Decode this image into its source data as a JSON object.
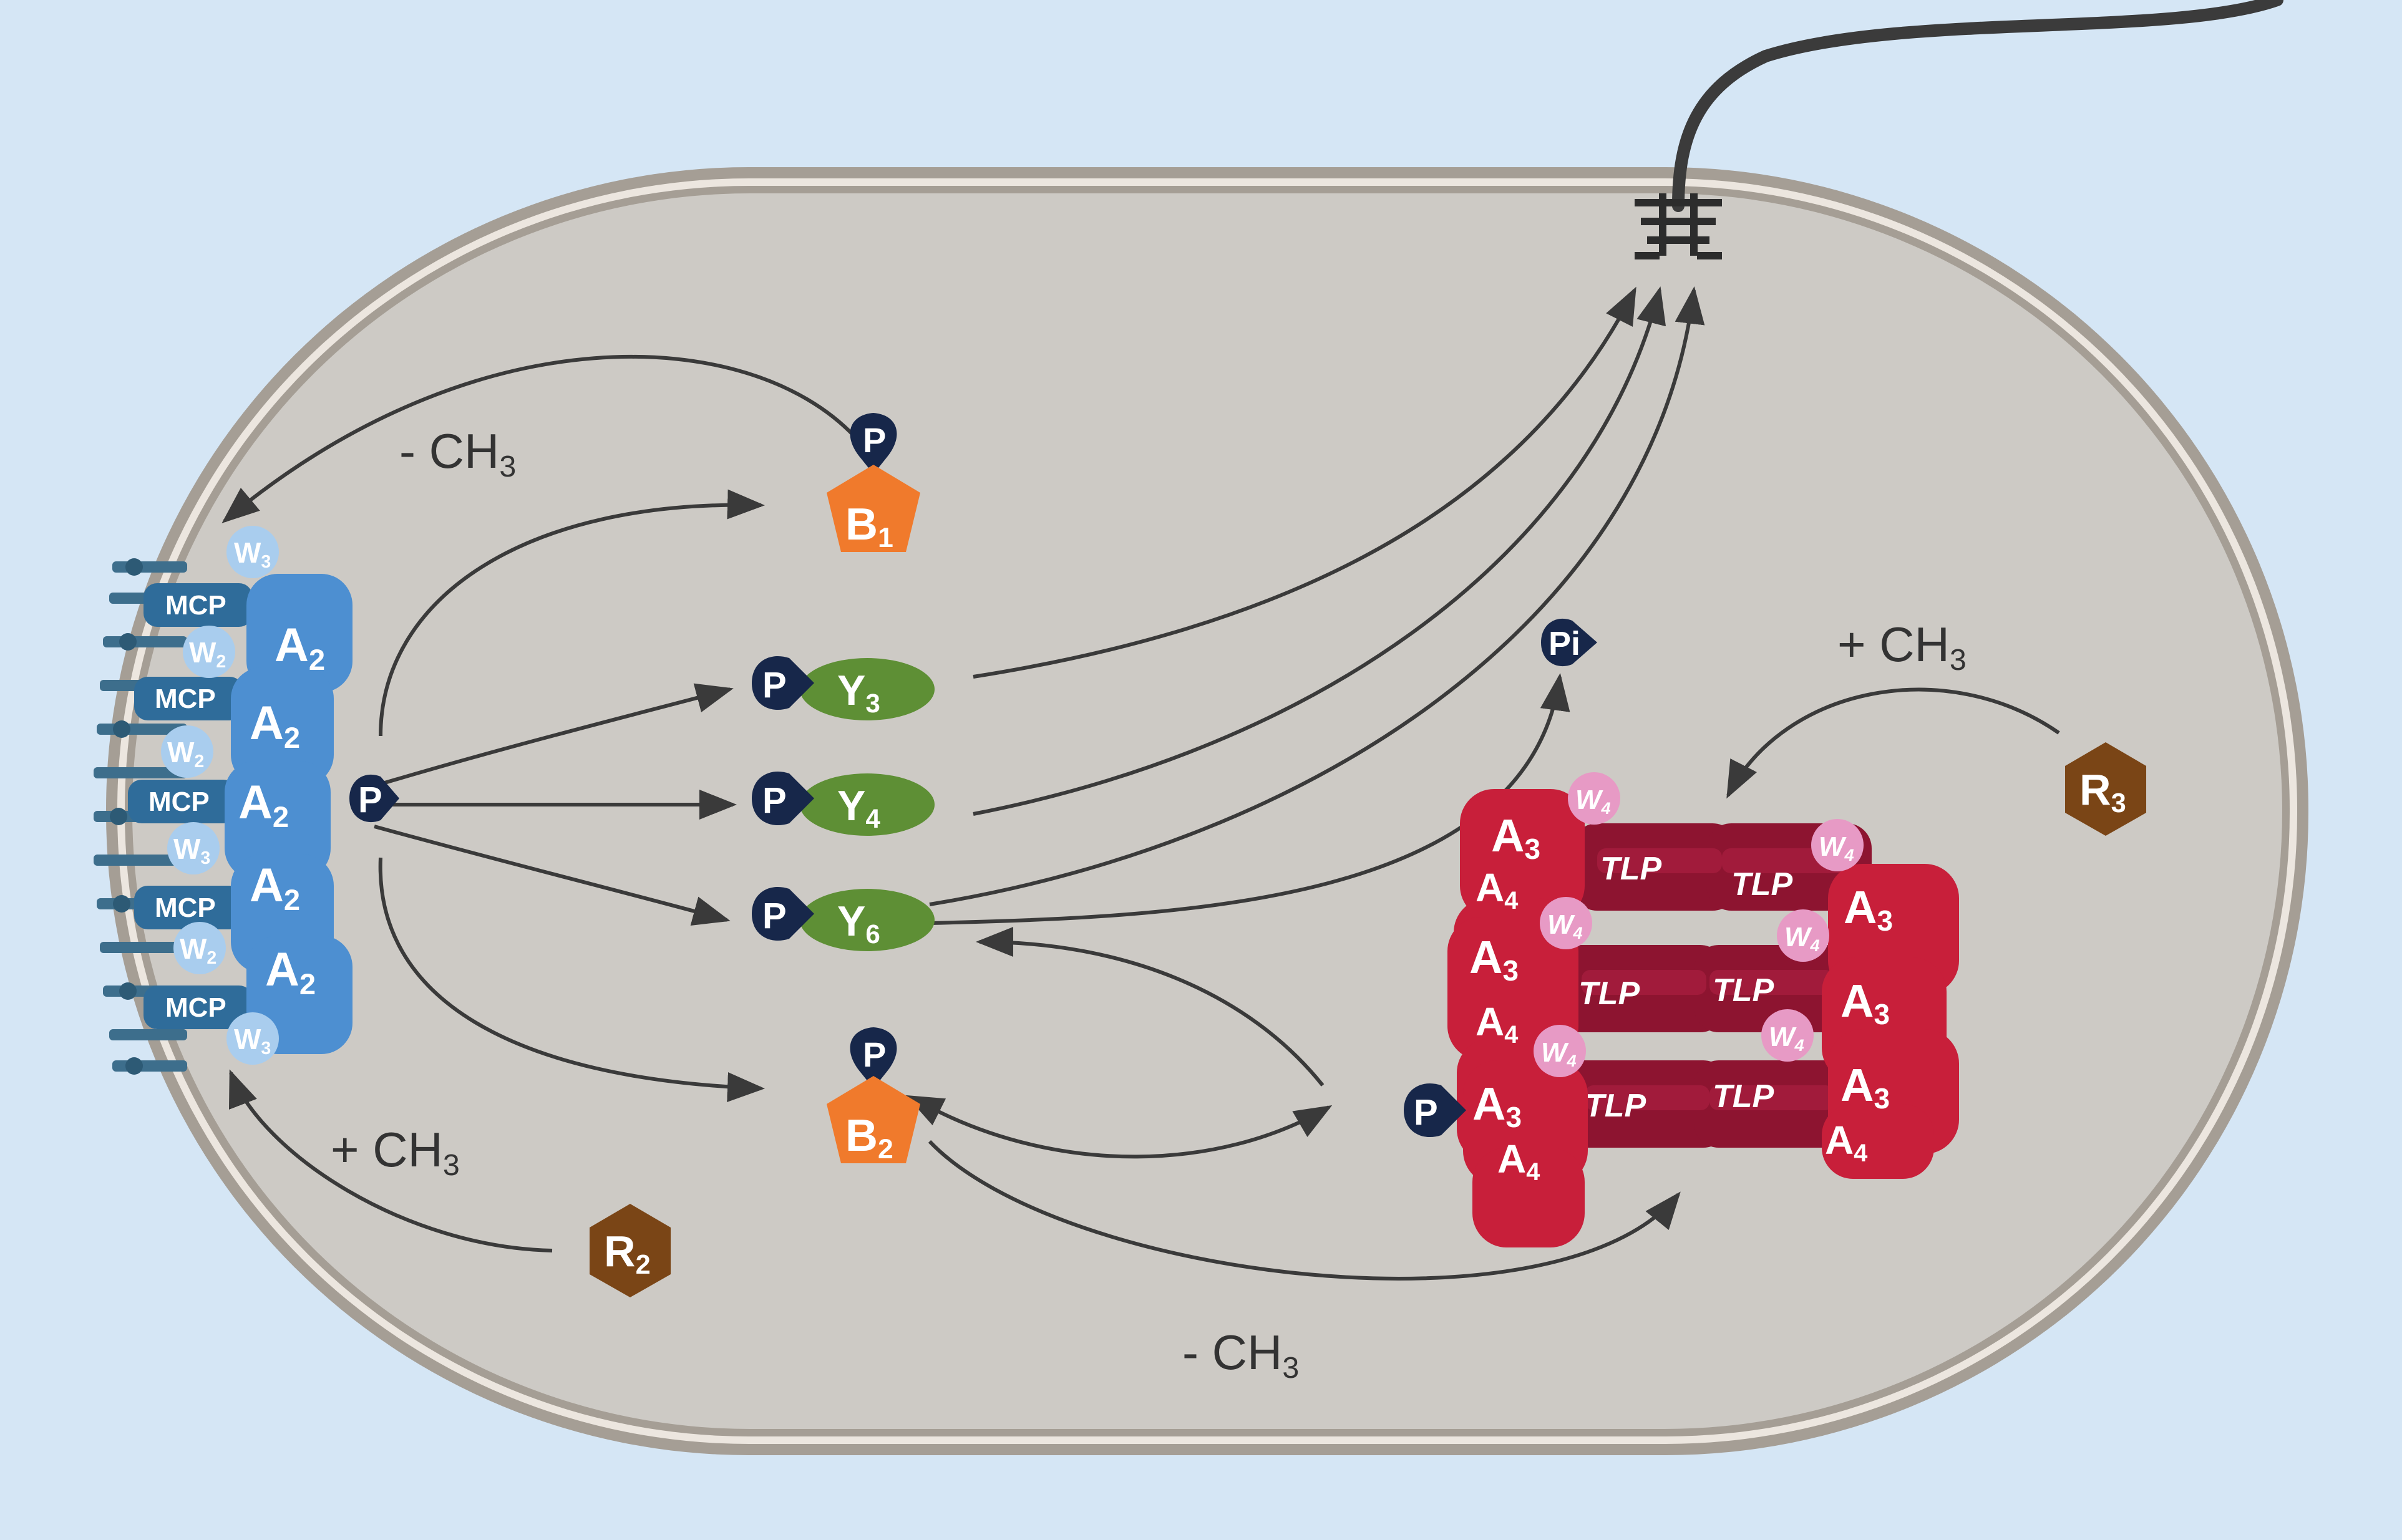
{
  "colors": {
    "background": "#d5e6f5",
    "cell_fill": "#cdcac5",
    "membrane": "#9e968d",
    "membrane_gap": "#ece6df",
    "arrow": "#3a3a3a",
    "phosphate": "#17274a",
    "blue_dark": "#3a76b5",
    "blue_mid": "#4d8fd1",
    "mcp_stalk": "#3d6e8c",
    "w_light": "#a9cdee",
    "cheY_green": "#5e8f35",
    "cheB_orange": "#f07a2c",
    "cheR_brown": "#7a4516",
    "red_A": "#c81f3a",
    "red_TLP": "#8d1430",
    "w_pink": "#e79ac5",
    "flagellum": "#3b3b3b"
  },
  "labels": {
    "p": "P",
    "pi": "Pi",
    "mcp": "MCP",
    "tlp": "TLP",
    "minus_ch3_top": {
      "pre": "- CH",
      "sub": "3"
    },
    "plus_ch3_right": {
      "pre": "+ CH",
      "sub": "3"
    },
    "plus_ch3_bottom": {
      "pre": "+ CH",
      "sub": "3"
    },
    "minus_ch3_bottom": {
      "pre": "- CH",
      "sub": "3"
    },
    "b1": {
      "base": "B",
      "sub": "1"
    },
    "b2": {
      "base": "B",
      "sub": "2"
    },
    "r2": {
      "base": "R",
      "sub": "2"
    },
    "r3": {
      "base": "R",
      "sub": "3"
    },
    "y3": {
      "base": "Y",
      "sub": "3"
    },
    "y4": {
      "base": "Y",
      "sub": "4"
    },
    "y6": {
      "base": "Y",
      "sub": "6"
    },
    "a2": {
      "base": "A",
      "sub": "2"
    },
    "a3": {
      "base": "A",
      "sub": "3"
    },
    "a4": {
      "base": "A",
      "sub": "4"
    },
    "w2": {
      "base": "W",
      "sub": "2"
    },
    "w3": {
      "base": "W",
      "sub": "3"
    },
    "w4": {
      "base": "W",
      "sub": "4"
    }
  }
}
